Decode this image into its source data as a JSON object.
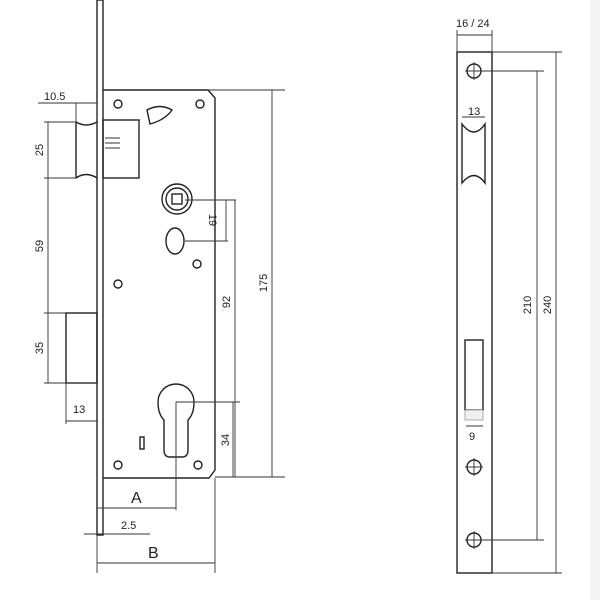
{
  "lock_body_view": {
    "dimensions": {
      "faceplate_offset": "10.5",
      "latch_height": "25",
      "latch_to_deadbolt": "59",
      "deadbolt_height": "35",
      "deadbolt_throw": "13",
      "spindle_to_oval": "19",
      "spindle_to_cylinder": "92",
      "body_height": "175",
      "cylinder_to_bottom": "34",
      "backset": "A",
      "faceplate_thickness": "2.5",
      "body_depth": "B"
    }
  },
  "faceplate_view": {
    "dimensions": {
      "faceplate_width": "16 / 24",
      "latch_slot_width": "13",
      "bolt_slot_width": "9",
      "screw_spacing": "210",
      "faceplate_length": "240"
    }
  }
}
